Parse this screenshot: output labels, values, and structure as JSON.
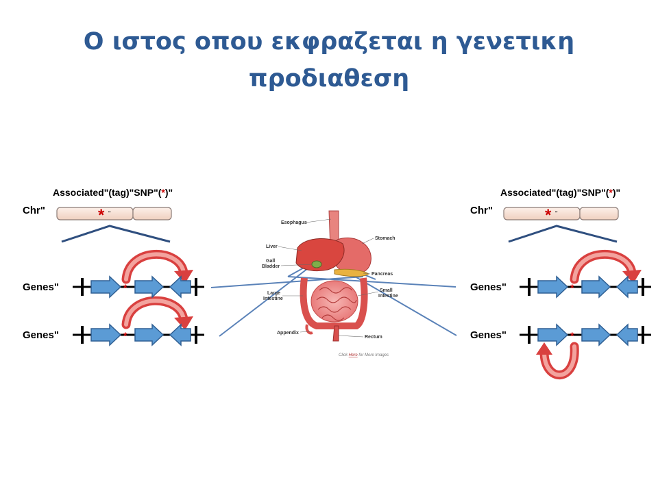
{
  "slide": {
    "title_line1": "Ο ιστος οπου εκφραζεται η γενετικη",
    "title_line2": "προδιαθεση"
  },
  "left_panel": {
    "snp_label_pre": "Associated\"(tag)\"SNP\"(",
    "snp_label_star": "*",
    "snp_label_post": ")\"",
    "chr_label": "Chr\"",
    "chr_marker": "*",
    "chr_marker_suffix": "\"",
    "genes_label_1": "Genes\"",
    "genes_label_2": "Genes\""
  },
  "right_panel": {
    "snp_label_pre": "Associated\"(tag)\"SNP\"(",
    "snp_label_star": "*",
    "snp_label_post": ")\"",
    "chr_label": "Chr\"",
    "chr_marker": "*",
    "chr_marker_suffix": "\"",
    "genes_label_1": "Genes\"",
    "genes_label_2": "Genes\""
  },
  "anatomy": {
    "esophagus": "Esophagus",
    "stomach": "Stomach",
    "liver": "Liver",
    "gall_bladder_1": "Gall",
    "gall_bladder_2": "Bladder",
    "pancreas": "Pancreas",
    "large_intestine_1": "Large",
    "large_intestine_2": "Intestine",
    "small_intestine_1": "Small",
    "small_intestine_2": "Intestine",
    "appendix": "Appendix",
    "rectum": "Rectum",
    "credit_pre": "Click",
    "credit_link": "Here",
    "credit_post": "for More Images"
  },
  "colors": {
    "title": "#2e5a93",
    "gene_arrow_fill": "#5b9bd5",
    "gene_arrow_stroke": "#2f5f93",
    "chromosome_fill": "#f8e4d8",
    "curved_arrow": "#e05a5a",
    "snp_star": "#cc0000",
    "connector_line": "#5a82b8"
  }
}
